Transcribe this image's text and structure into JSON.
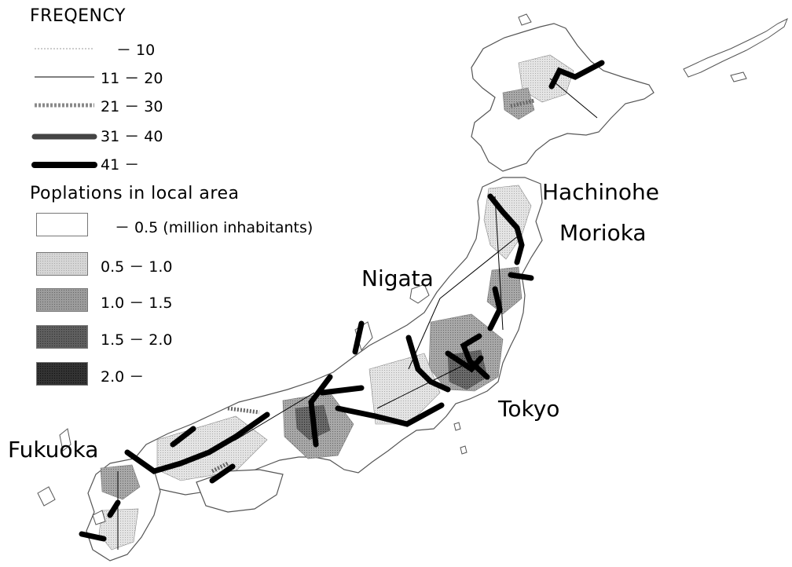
{
  "frequency_legend": {
    "title": "FREQENCY",
    "items": [
      {
        "label": "－ 10",
        "style": "dotted",
        "color": "#9a9a9a"
      },
      {
        "label": "11 － 20",
        "style": "thin",
        "color": "#000000"
      },
      {
        "label": "21 － 30",
        "style": "dashed-gray",
        "color": "#8a8a8a"
      },
      {
        "label": "31 － 40",
        "style": "thick-gray",
        "color": "#444444"
      },
      {
        "label": "41 －",
        "style": "thick-black",
        "color": "#000000"
      }
    ]
  },
  "population_legend": {
    "title": "Poplations in local area",
    "items": [
      {
        "label": "－ 0.5 (million inhabitants)",
        "color": "#ffffff"
      },
      {
        "label": "0.5 － 1.0",
        "color": "#d6d6d6"
      },
      {
        "label": "1.0 － 1.5",
        "color": "#9c9c9c"
      },
      {
        "label": "1.5 － 2.0",
        "color": "#5f5f5f"
      },
      {
        "label": "2.0 －",
        "color": "#333333"
      }
    ]
  },
  "cities": {
    "hachinohe": "Hachinohe",
    "morioka": "Morioka",
    "nigata": "Nigata",
    "tokyo": "Tokyo",
    "fukuoka": "Fukuoka"
  }
}
